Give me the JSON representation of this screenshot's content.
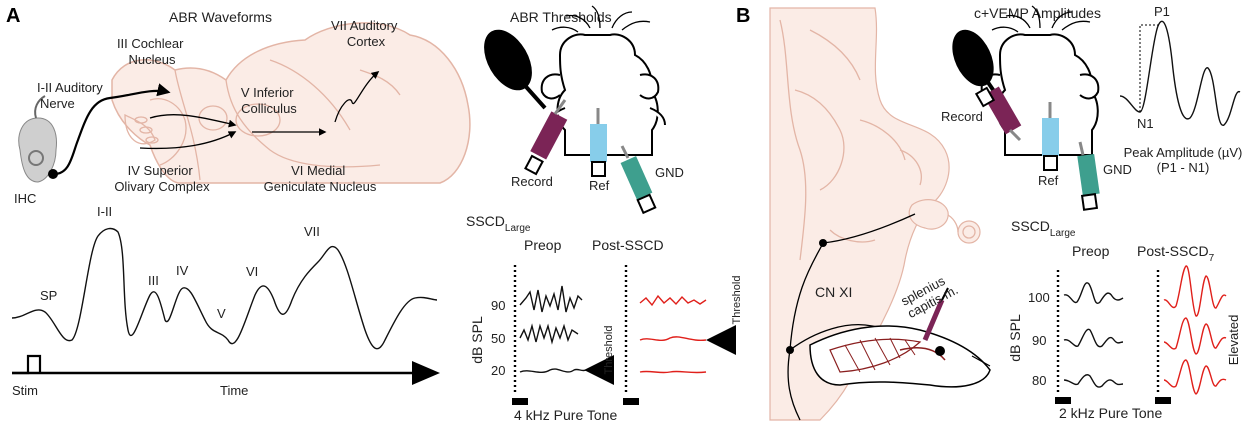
{
  "panel_a": {
    "letter": "A",
    "waveform_title": "ABR Waveforms",
    "thresholds_title": "ABR Thresholds",
    "structures": {
      "auditory_nerve": [
        "I-II Auditory",
        "Nerve"
      ],
      "cochlear_nucleus": [
        "III Cochlear",
        "Nucleus"
      ],
      "inferior_colliculus": [
        "V Inferior",
        "Colliculus"
      ],
      "superior_olivary": [
        "IV Superior",
        "Olivary Complex"
      ],
      "medial_geniculate": [
        "VI Medial",
        "Geniculate Nucleus"
      ],
      "auditory_cortex": [
        "VII Auditory",
        "Cortex"
      ],
      "ihc": "IHC"
    },
    "wave_labels": {
      "sp": "SP",
      "i_ii": "I-II",
      "iii": "III",
      "iv": "IV",
      "v": "V",
      "vi": "VI",
      "vii": "VII"
    },
    "stim_label": "Stim",
    "time_label": "Time",
    "electrodes": {
      "record": "Record",
      "ref": "Ref",
      "gnd": "GND"
    },
    "group_label": "SSCD",
    "group_sub": "Large",
    "preop": "Preop",
    "post": "Post-SSCD",
    "ylabel": "dB SPL",
    "levels": [
      "90",
      "50",
      "20"
    ],
    "threshold": "Threshold",
    "stimulus": "4 kHz Pure Tone"
  },
  "panel_b": {
    "letter": "B",
    "title": "c+VEMP Amplitudes",
    "p1": "P1",
    "n1": "N1",
    "peak_amplitude": "Peak Amplitude (µV)",
    "peak_formula": "(P1 - N1)",
    "electrodes": {
      "record": "Record",
      "ref": "Ref",
      "gnd": "GND"
    },
    "nerve": "CN XI",
    "muscle": [
      "splenius",
      "capitis m."
    ],
    "group_label": "SSCD",
    "group_sub": "Large",
    "preop": "Preop",
    "post": "Post-SSCD",
    "post_sub": "7",
    "ylabel": "dB SPL",
    "levels": [
      "100",
      "90",
      "80"
    ],
    "elevated": "Elevated",
    "stimulus": "2 kHz Pure Tone"
  },
  "colors": {
    "brain_fill": "#fbece6",
    "brain_stroke": "#e3b5a6",
    "record_electrode": "#7b2456",
    "ref_electrode": "#87cdea",
    "gnd_electrode": "#3e9f8e",
    "post_trace": "#e0201b"
  }
}
